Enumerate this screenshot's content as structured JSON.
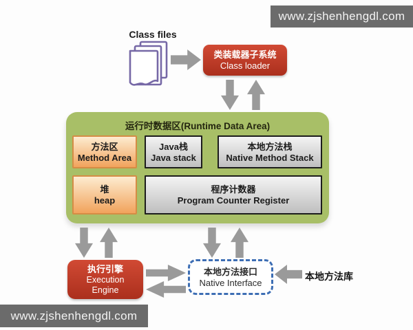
{
  "watermarks": {
    "top": "www.zjshenhengdl.com",
    "bottom": "www.zjshenhengdl.com"
  },
  "class_files": {
    "label": "Class files"
  },
  "class_loader": {
    "zh": "类装载器子系统",
    "en": "Class loader"
  },
  "runtime_area": {
    "title": "运行时数据区(Runtime Data Area)",
    "method_area": {
      "zh": "方法区",
      "en": "Method Area"
    },
    "java_stack": {
      "zh": "Java栈",
      "en": "Java stack"
    },
    "native_method_stack": {
      "zh": "本地方法栈",
      "en": "Native Method Stack"
    },
    "heap": {
      "zh": "堆",
      "en": "heap"
    },
    "pc_register": {
      "zh": "程序计数器",
      "en": "Program Counter Register"
    }
  },
  "execution_engine": {
    "zh": "执行引擎",
    "en_line1": "Execution",
    "en_line2": "Engine"
  },
  "native_interface": {
    "zh": "本地方法接口",
    "en": "Native Interface"
  },
  "native_library": {
    "label": "本地方法库"
  },
  "colors": {
    "loader_red": "#c23b27",
    "runtime_green": "#a8bf67",
    "box_orange": "#f1a35c",
    "box_gray": "#d9d9d9",
    "arrow_gray": "#9a9a9a",
    "dashed_blue": "#3d6eb4",
    "doc_purple": "#7668a6",
    "watermark_bg": "#6b6b6b"
  }
}
